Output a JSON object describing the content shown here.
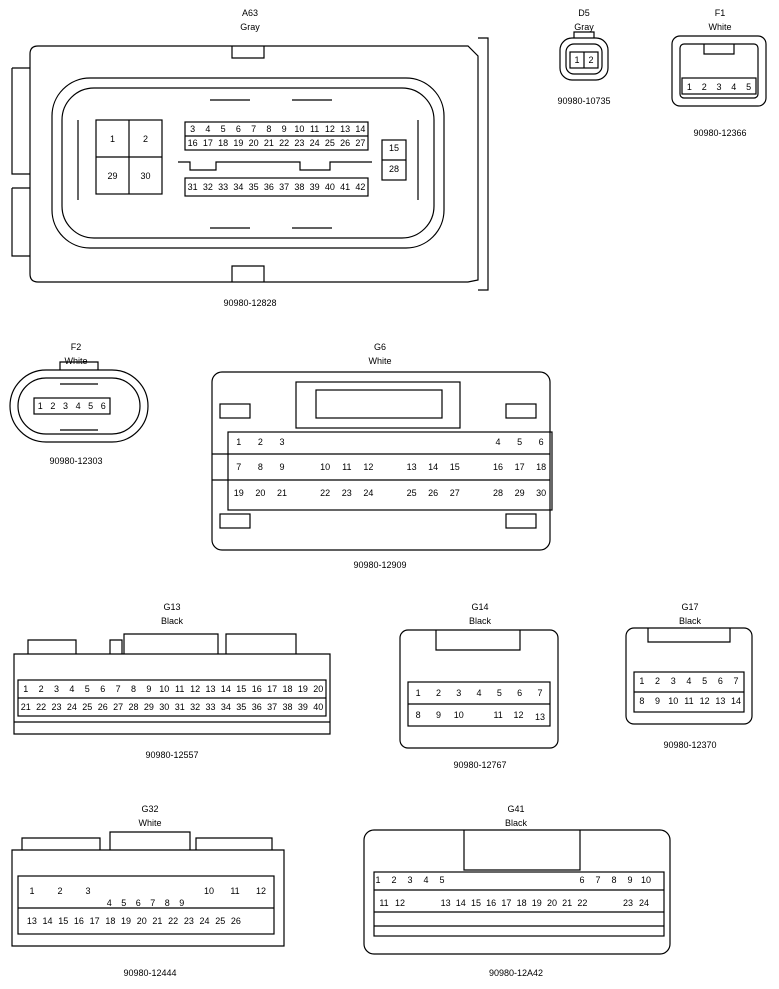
{
  "connectors": {
    "a63": {
      "code": "A63",
      "color": "Gray",
      "part": "90980-12828",
      "pins_big": [
        "1",
        "2",
        "29",
        "30"
      ],
      "pins_row1": [
        "3",
        "4",
        "5",
        "6",
        "7",
        "8",
        "9",
        "10",
        "11",
        "12",
        "13",
        "14"
      ],
      "pins_row2": [
        "16",
        "17",
        "18",
        "19",
        "20",
        "21",
        "22",
        "23",
        "24",
        "25",
        "26",
        "27"
      ],
      "pins_row3": [
        "31",
        "32",
        "33",
        "34",
        "35",
        "36",
        "37",
        "38",
        "39",
        "40",
        "41",
        "42"
      ],
      "pins_side": [
        "15",
        "28"
      ]
    },
    "d5": {
      "code": "D5",
      "color": "Gray",
      "part": "90980-10735",
      "pins": [
        "1",
        "2"
      ]
    },
    "f1": {
      "code": "F1",
      "color": "White",
      "part": "90980-12366",
      "pins": [
        "1",
        "2",
        "3",
        "4",
        "5"
      ]
    },
    "f2": {
      "code": "F2",
      "color": "White",
      "part": "90980-12303",
      "pins": [
        "1",
        "2",
        "3",
        "4",
        "5",
        "6"
      ]
    },
    "g6": {
      "code": "G6",
      "color": "White",
      "part": "90980-12909",
      "row1": [
        "1",
        "2",
        "3",
        "",
        "",
        "",
        "",
        "",
        "",
        "",
        "",
        "",
        "4",
        "5",
        "6"
      ],
      "row2": [
        "7",
        "8",
        "9",
        "",
        "10",
        "11",
        "12",
        "",
        "13",
        "14",
        "15",
        "",
        "16",
        "17",
        "18"
      ],
      "row3": [
        "19",
        "20",
        "21",
        "",
        "22",
        "23",
        "24",
        "",
        "25",
        "26",
        "27",
        "",
        "28",
        "29",
        "30"
      ]
    },
    "g13": {
      "code": "G13",
      "color": "Black",
      "part": "90980-12557",
      "row1": [
        "1",
        "2",
        "3",
        "4",
        "5",
        "6",
        "7",
        "8",
        "9",
        "10",
        "11",
        "12",
        "13",
        "14",
        "15",
        "16",
        "17",
        "18",
        "19",
        "20"
      ],
      "row2": [
        "21",
        "22",
        "23",
        "24",
        "25",
        "26",
        "27",
        "28",
        "29",
        "30",
        "31",
        "32",
        "33",
        "34",
        "35",
        "36",
        "37",
        "38",
        "39",
        "40"
      ]
    },
    "g14": {
      "code": "G14",
      "color": "Black",
      "part": "90980-12767",
      "row1": [
        "1",
        "2",
        "3",
        "4",
        "5",
        "6",
        "7"
      ],
      "row2": [
        "8",
        "9",
        "10",
        "11",
        "12",
        "13"
      ]
    },
    "g17": {
      "code": "G17",
      "color": "Black",
      "part": "90980-12370",
      "row1": [
        "1",
        "2",
        "3",
        "4",
        "5",
        "6",
        "7"
      ],
      "row2": [
        "8",
        "9",
        "10",
        "11",
        "12",
        "13",
        "14"
      ]
    },
    "g32": {
      "code": "G32",
      "color": "White",
      "part": "90980-12444",
      "row1": [
        "1",
        "2",
        "3",
        "10",
        "11",
        "12"
      ],
      "row_mid": [
        "4",
        "5",
        "6",
        "7",
        "8",
        "9"
      ],
      "row2": [
        "13",
        "14",
        "15",
        "16",
        "17",
        "18",
        "19",
        "20",
        "21",
        "22",
        "23",
        "24",
        "25",
        "26"
      ]
    },
    "g41": {
      "code": "G41",
      "color": "Black",
      "part": "90980-12A42",
      "row1": [
        "1",
        "2",
        "3",
        "4",
        "5",
        "6",
        "7",
        "8",
        "9",
        "10"
      ],
      "row2": [
        "11",
        "12",
        "13",
        "14",
        "15",
        "16",
        "17",
        "18",
        "19",
        "20",
        "21",
        "22",
        "23",
        "24"
      ]
    }
  }
}
